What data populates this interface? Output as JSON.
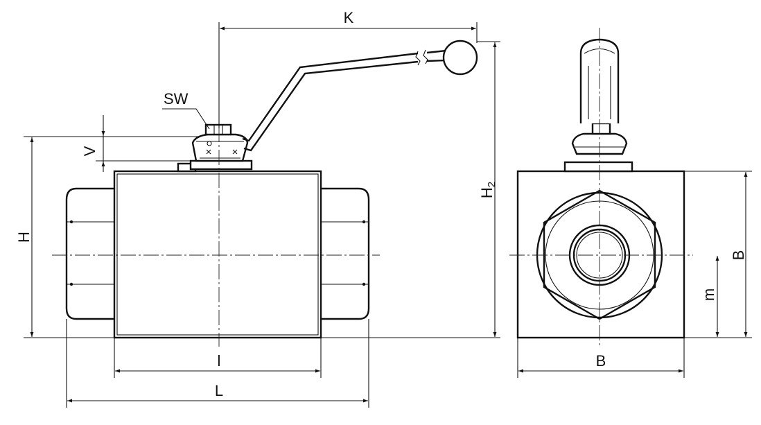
{
  "dimensions": {
    "K": "K",
    "SW": "SW",
    "V": "V",
    "H": "H",
    "H2_base": "H",
    "H2_sub": "2",
    "l_inner": "l",
    "L_overall": "L",
    "B_width": "B",
    "B_height": "B",
    "m": "m"
  },
  "colors": {
    "line": "#111111",
    "background": "#ffffff"
  }
}
